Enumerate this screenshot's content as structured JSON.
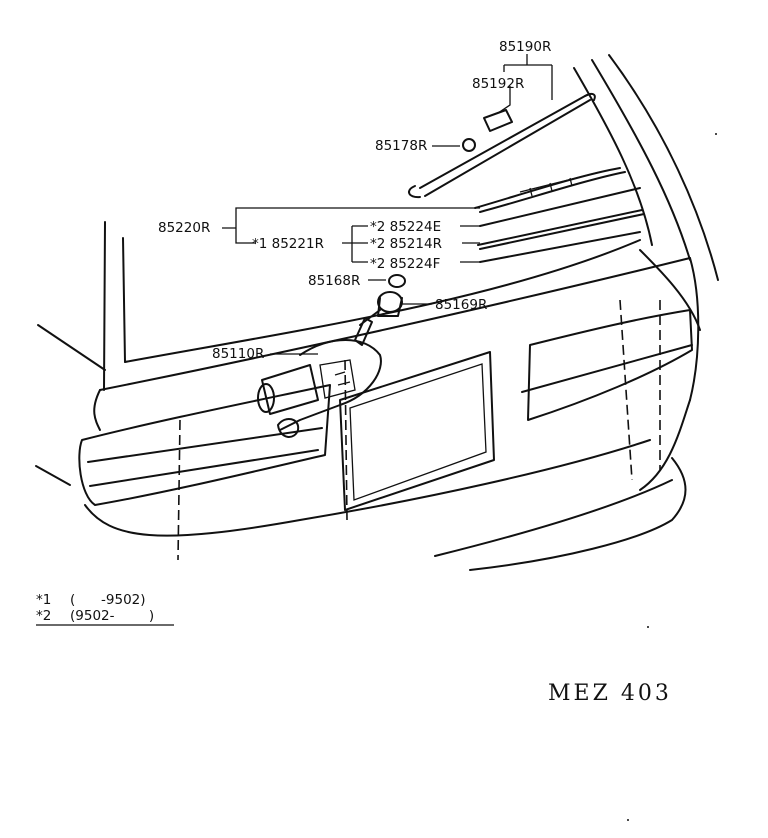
{
  "parts": {
    "p85190R": "85190R",
    "p85192R": "85192R",
    "p85178R": "85178R",
    "p85220R": "85220R",
    "p85221R": "*1 85221R",
    "p85224E": "*2  85224E",
    "p85214R": "*2  85214R",
    "p85224F": "*2  85224F",
    "p85168R": "85168R",
    "p85169R": "85169R",
    "p85110R": "85110R"
  },
  "notes": {
    "note1_mark": "*1",
    "note1_text": "(      -9502)",
    "note2_mark": "*2",
    "note2_text": "(9502-        )"
  },
  "drawing_code": "MEZ 403"
}
